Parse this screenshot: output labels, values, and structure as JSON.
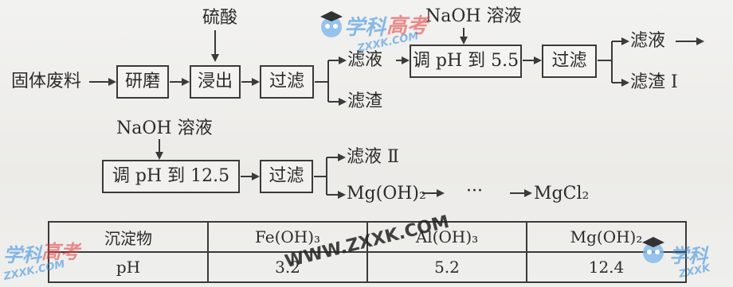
{
  "flow": {
    "row1": {
      "sulfuric_acid": "硫酸",
      "solid_waste": "固体废料",
      "grinding": "研磨",
      "leaching": "浸出",
      "filter_1": "过滤",
      "filtrate_1": "滤液",
      "residue_1": "滤渣",
      "naoh_solution_1": "NaOH 溶液",
      "adjust_ph_1": "调 pH 到 5.5",
      "filter_2": "过滤",
      "filtrate_2": "滤液",
      "residue_I": "滤渣 I"
    },
    "row2": {
      "naoh_solution_2": "NaOH 溶液",
      "adjust_ph_2": "调 pH 到 12.5",
      "filter_3": "过滤",
      "filtrate_II": "滤液 Ⅱ",
      "mg_hydroxide": "Mg(OH)₂",
      "ellipsis": "···",
      "mgcl2": "MgCl₂"
    }
  },
  "table": {
    "header": [
      "沉淀物",
      "Fe(OH)₃",
      "Al(OH)₃",
      "Mg(OH)₂"
    ],
    "row": [
      "pH",
      "3.2",
      "5.2",
      "12.4"
    ]
  },
  "watermarks": {
    "site_cn_1": "学科",
    "site_cn_gk_1": "高考",
    "domain_1": "ZXXK.COM",
    "site_cn_2": "学科",
    "site_cn_gk_2": "高考",
    "domain_2": "ZXXK.COM",
    "site_cn_3": "学科",
    "domain_3": "ZXXK",
    "center": "WWW.ZXXK.COM"
  },
  "colors": {
    "line": "#3a3a3a",
    "watermark_blue": "#2f8be0",
    "watermark_red": "#e03b3b"
  }
}
